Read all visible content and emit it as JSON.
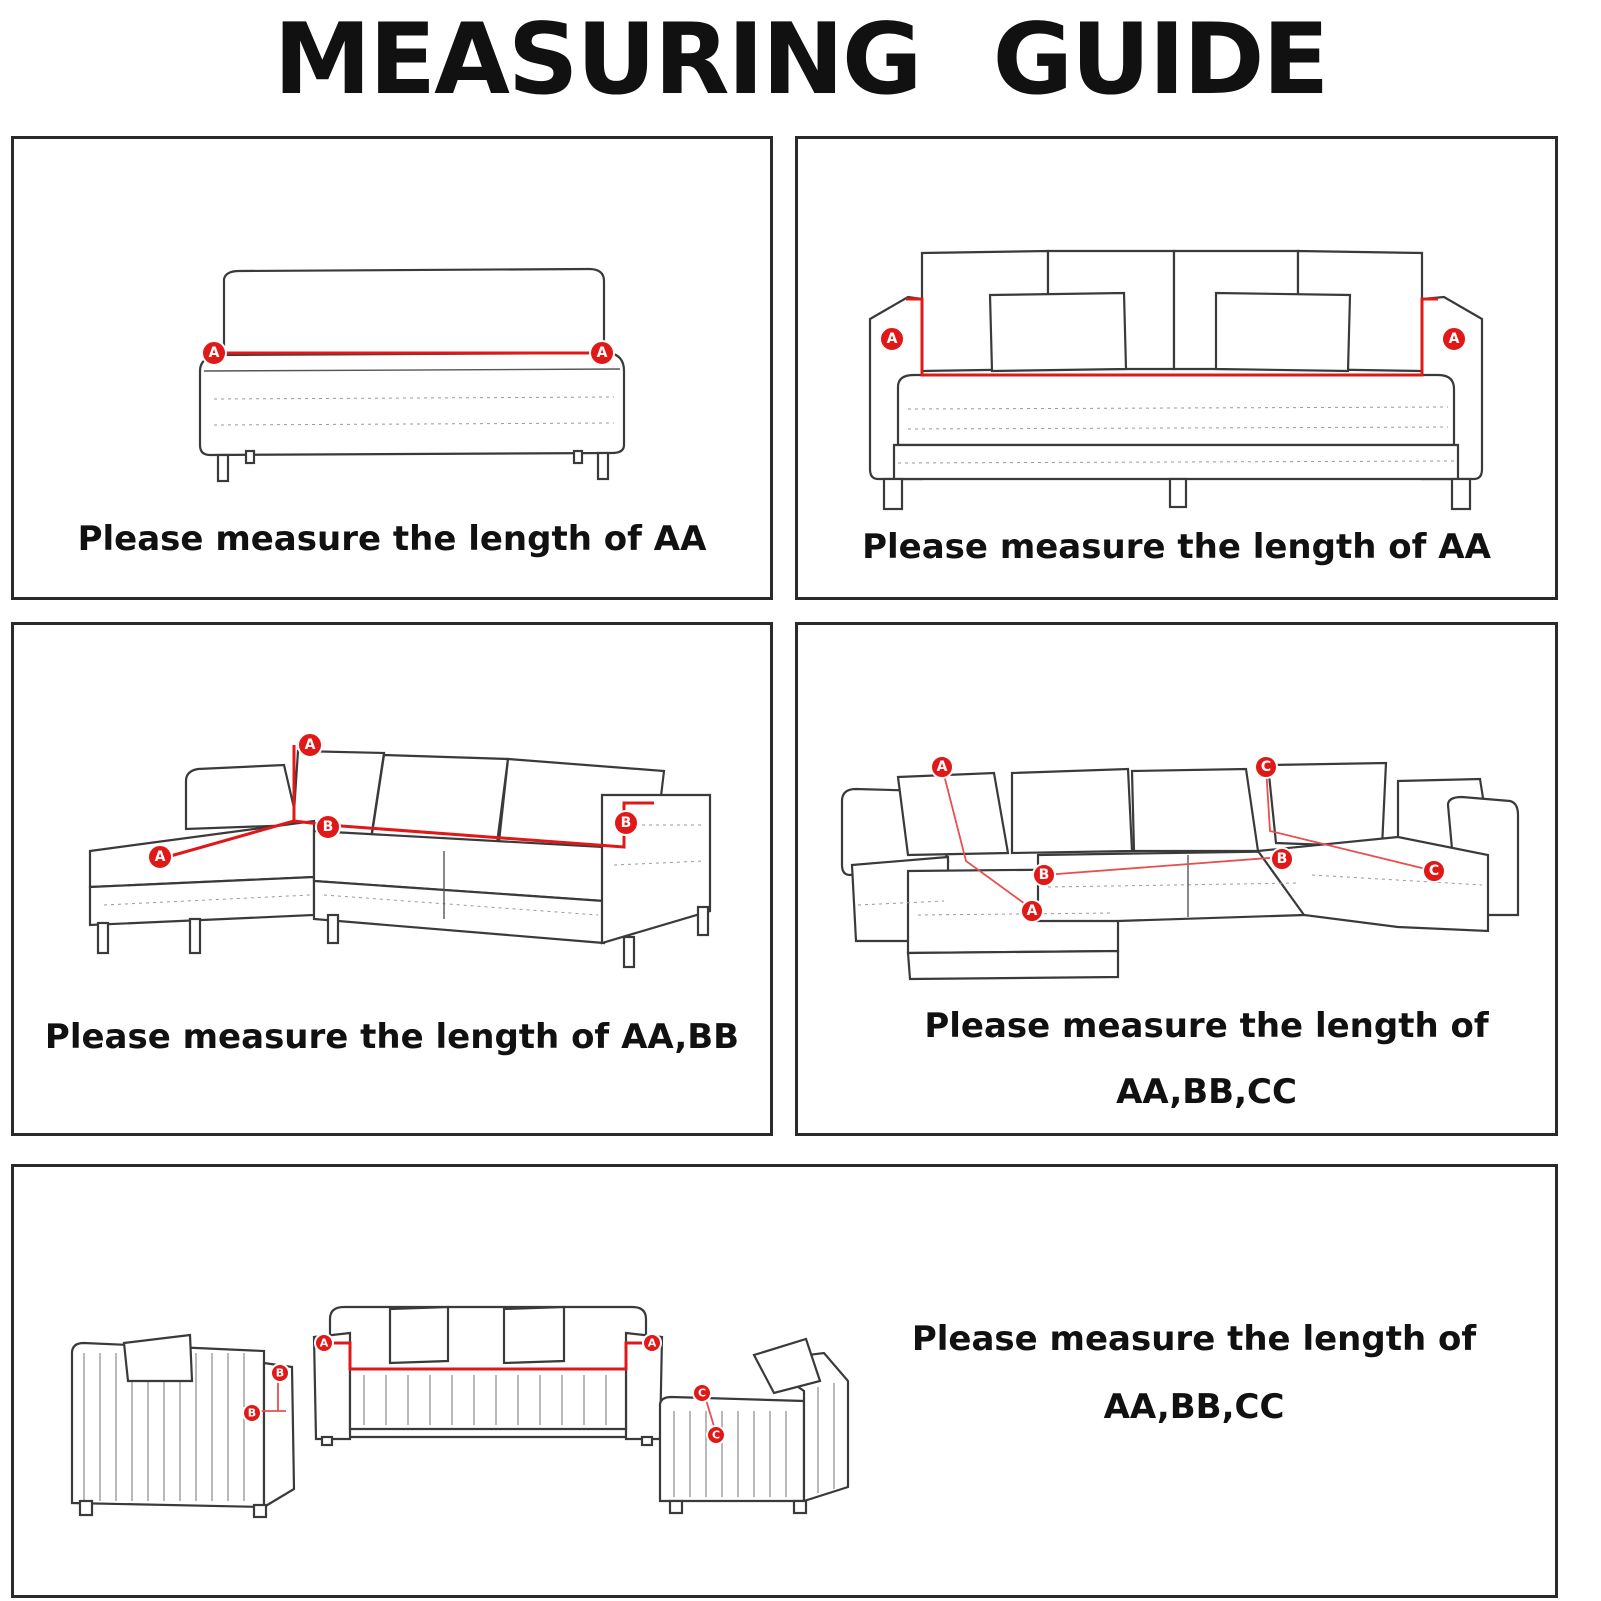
{
  "title": "MEASURING GUIDE",
  "colors": {
    "marker": "#e01818",
    "border": "#2a2a2a",
    "text": "#111111"
  },
  "panels": [
    {
      "caption_lines": [
        "Please measure the length of AA"
      ],
      "markers": [
        "A",
        "A"
      ]
    },
    {
      "caption_lines": [
        "Please measure the length of AA"
      ],
      "markers": [
        "A",
        "A"
      ]
    },
    {
      "caption_lines": [
        "Please measure the length of AA,BB"
      ],
      "markers": [
        "A",
        "A",
        "B",
        "B"
      ]
    },
    {
      "caption_lines": [
        "Please measure the length of",
        "AA,BB,CC"
      ],
      "markers": [
        "A",
        "A",
        "B",
        "B",
        "C",
        "C"
      ]
    },
    {
      "caption_lines": [
        "Please measure the length of",
        "AA,BB,CC"
      ],
      "markers": [
        "A",
        "A",
        "B",
        "B",
        "C",
        "C"
      ]
    }
  ]
}
